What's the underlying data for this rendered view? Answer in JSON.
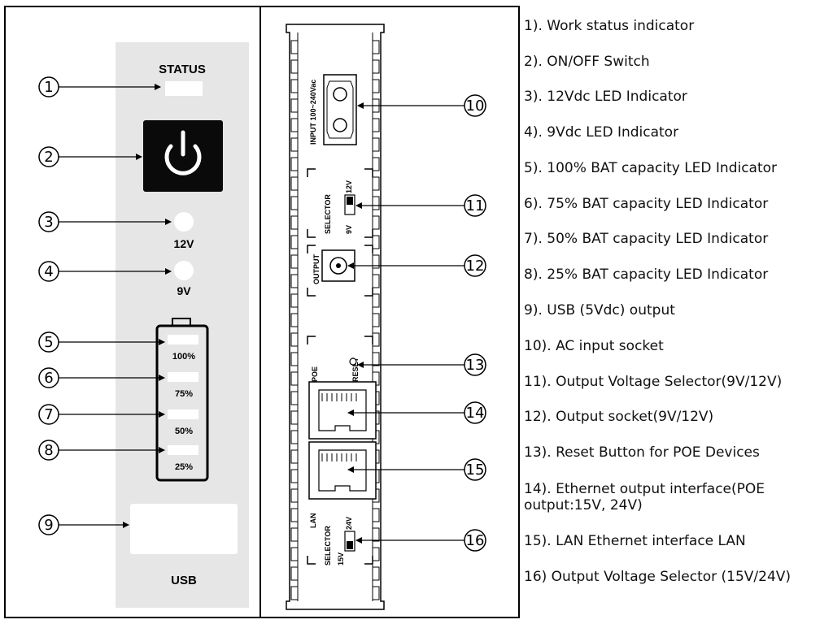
{
  "front_panel": {
    "status_label": "STATUS",
    "v12_label": "12V",
    "v9_label": "9V",
    "battery_levels": [
      "100%",
      "75%",
      "50%",
      "25%"
    ],
    "usb_label": "USB"
  },
  "back_panel": {
    "input_label": "INPUT 100~240Vac",
    "selector_label": "SELECTOR",
    "selector_9v": "9V",
    "selector_12v": "12V",
    "output_label": "OUTPUT",
    "poe_label": "POE",
    "reset_label": "RESET",
    "lan_label": "LAN",
    "selector2_label": "SELECTOR",
    "selector_15v": "15V",
    "selector_24v": "24V"
  },
  "callouts": [
    "1",
    "2",
    "3",
    "4",
    "5",
    "6",
    "7",
    "8",
    "9",
    "10",
    "11",
    "12",
    "13",
    "14",
    "15",
    "16"
  ],
  "legend": [
    "1). Work status indicator",
    "2). ON/OFF Switch",
    "3). 12Vdc LED Indicator",
    "4). 9Vdc LED Indicator",
    "5). 100% BAT capacity LED Indicator",
    "6). 75% BAT capacity LED Indicator",
    "7). 50% BAT capacity LED Indicator",
    "8). 25% BAT capacity LED Indicator",
    "9). USB (5Vdc) output",
    "10). AC input socket",
    "11). Output Voltage Selector(9V/12V)",
    "12). Output socket(9V/12V)",
    "13). Reset Button for POE Devices",
    "14). Ethernet output interface(POE output:15V, 24V)",
    "15). LAN Ethernet interface LAN",
    "16) Output Voltage Selector (15V/24V)"
  ],
  "colors": {
    "panel": "#e6e6e6",
    "frame": "#000000",
    "label": "#111111",
    "power_button": "#0a0a0a"
  }
}
